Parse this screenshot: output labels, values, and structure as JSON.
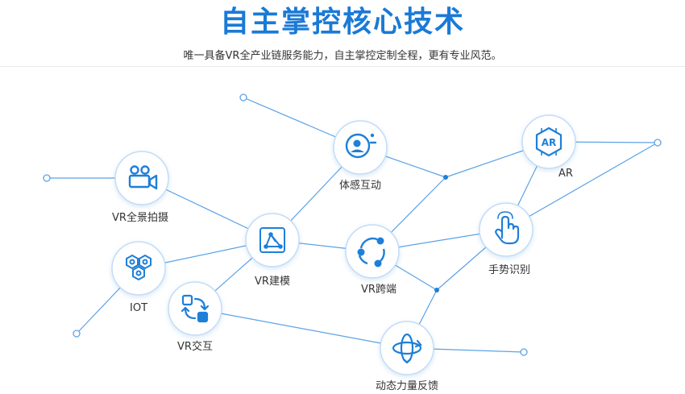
{
  "header": {
    "title": "自主掌控核心技术",
    "subtitle": "唯一具备VR全产业链服务能力，自主掌控定制全程，更有专业风范。"
  },
  "colors": {
    "accent": "#1a7ad6",
    "line": "#5ba2e6",
    "ring": "#c3dcf6",
    "icon": "#1e7fd8",
    "text": "#333333"
  },
  "nodes": [
    {
      "id": "somatosensory",
      "label": "体感互动",
      "icon": "person-chat-icon"
    },
    {
      "id": "ar",
      "label": "AR",
      "icon": "ar-icon"
    },
    {
      "id": "panorama",
      "label": "VR全景拍摄",
      "icon": "video-camera-icon"
    },
    {
      "id": "modeling",
      "label": "VR建模",
      "icon": "3d-model-icon"
    },
    {
      "id": "cross",
      "label": "VR跨端",
      "icon": "share-network-icon"
    },
    {
      "id": "gesture",
      "label": "手势识别",
      "icon": "hand-pointer-icon"
    },
    {
      "id": "iot",
      "label": "IOT",
      "icon": "hexagon-cluster-icon"
    },
    {
      "id": "interaction",
      "label": "VR交互",
      "icon": "swap-cycle-icon"
    },
    {
      "id": "feedback",
      "label": "动态力量反馈",
      "icon": "rotate-3d-icon"
    }
  ]
}
